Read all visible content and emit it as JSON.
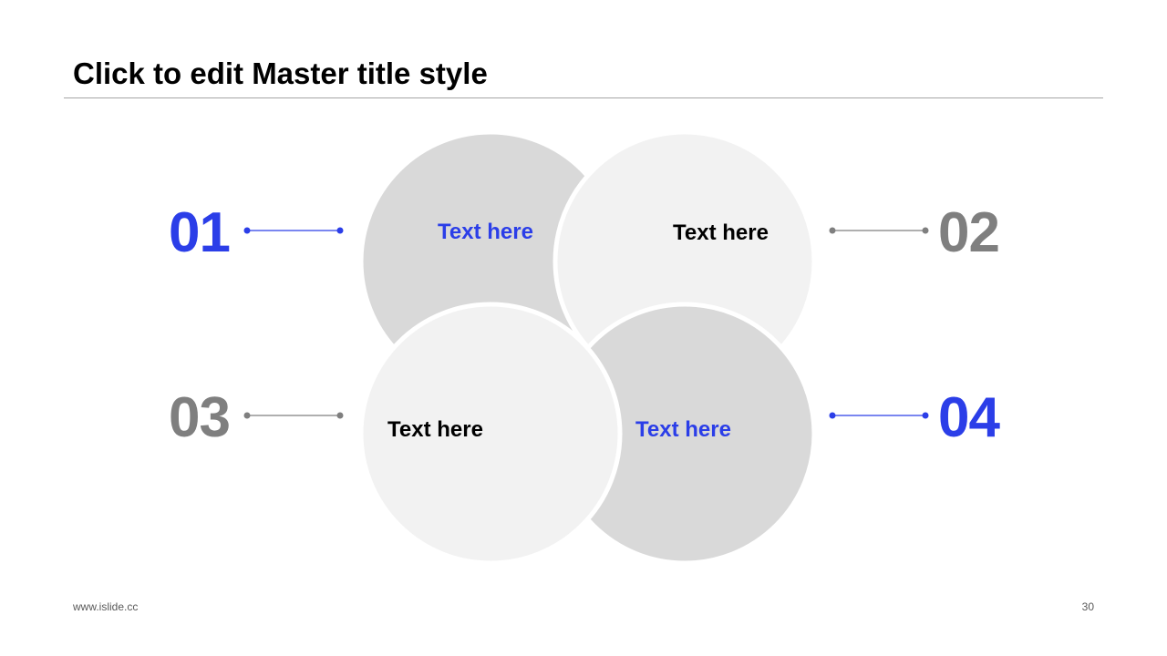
{
  "slide": {
    "title": "Click to edit Master title style",
    "footer_left": "www.islide.cc",
    "page_number": "30"
  },
  "colors": {
    "accent_blue": "#2b3ee8",
    "gray_number": "#7f7f7f",
    "circle_dark": "#d9d9d9",
    "circle_light": "#f2f2f2",
    "text_black": "#000000"
  },
  "items": [
    {
      "number": "01",
      "label": "Text here"
    },
    {
      "number": "02",
      "label": "Text here"
    },
    {
      "number": "03",
      "label": "Text here"
    },
    {
      "number": "04",
      "label": "Text here"
    }
  ]
}
